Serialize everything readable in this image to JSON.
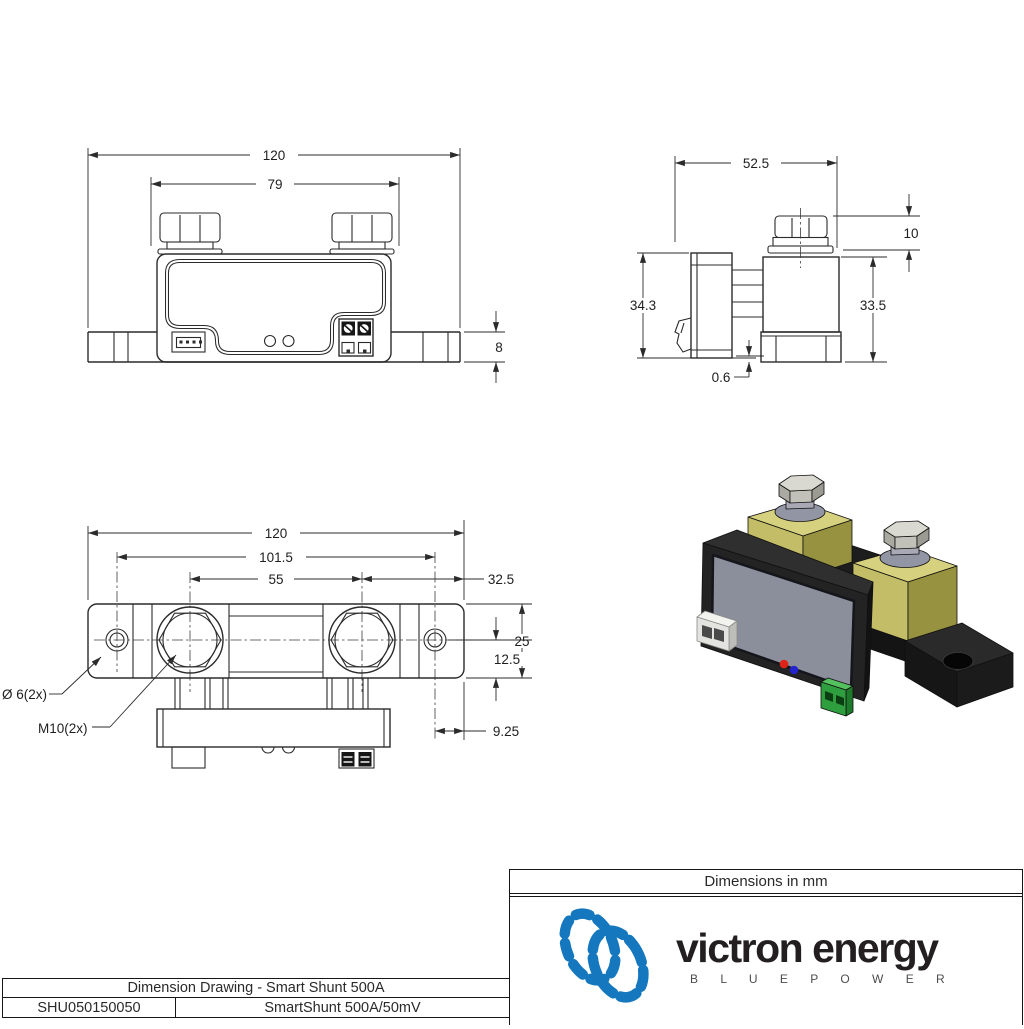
{
  "views": {
    "front": {
      "dims": {
        "overall_width": "120",
        "terminal_spacing": "79",
        "base_height": "8"
      }
    },
    "side": {
      "dims": {
        "overall_depth": "52.5",
        "bolt_height": "10",
        "housing_height": "34.3",
        "terminal_height": "33.5",
        "base_offset": "0.6"
      }
    },
    "top": {
      "dims": {
        "overall_width": "120",
        "mount_hole_spacing": "101.5",
        "bolt_spacing": "55",
        "bolt_to_edge": "32.5",
        "body_width": "25",
        "center_to_edge": "12.5",
        "hole_to_edge": "9.25"
      },
      "labels": {
        "mount_hole": "Ø 6(2x)",
        "bolt_thread": "M10(2x)"
      }
    }
  },
  "title_block": {
    "units_note": "Dimensions in mm",
    "drawing_title": "Dimension Drawing - Smart Shunt 500A",
    "part_number": "SHU050150050",
    "product_name": "SmartShunt 500A/50mV",
    "brand": {
      "name": "victron energy",
      "tagline": "B L U E   P O W E R",
      "logo_color": "#1577BE",
      "text_color": "#231F20",
      "tagline_color": "#4D4D4F"
    }
  },
  "render": {
    "colors": {
      "housing": "#232323",
      "housing_top": "#2F2F2F",
      "panel": "#8A8F9B",
      "brass_light": "#D6D17E",
      "brass_mid": "#C2BD66",
      "brass_dark": "#97923F",
      "bolt_top": "#DAD9D1",
      "bolt_side": "#C2C1B9",
      "washer": "#9295A4",
      "terminal_green": "#2F9E3F",
      "terminal_green_light": "#54C05E",
      "terminal_green_dark": "#1E7A2B",
      "led_red": "#E02317",
      "led_blue": "#2424CC",
      "connector_white": "#E3E3DF",
      "foot": "#1B1B1B"
    }
  }
}
